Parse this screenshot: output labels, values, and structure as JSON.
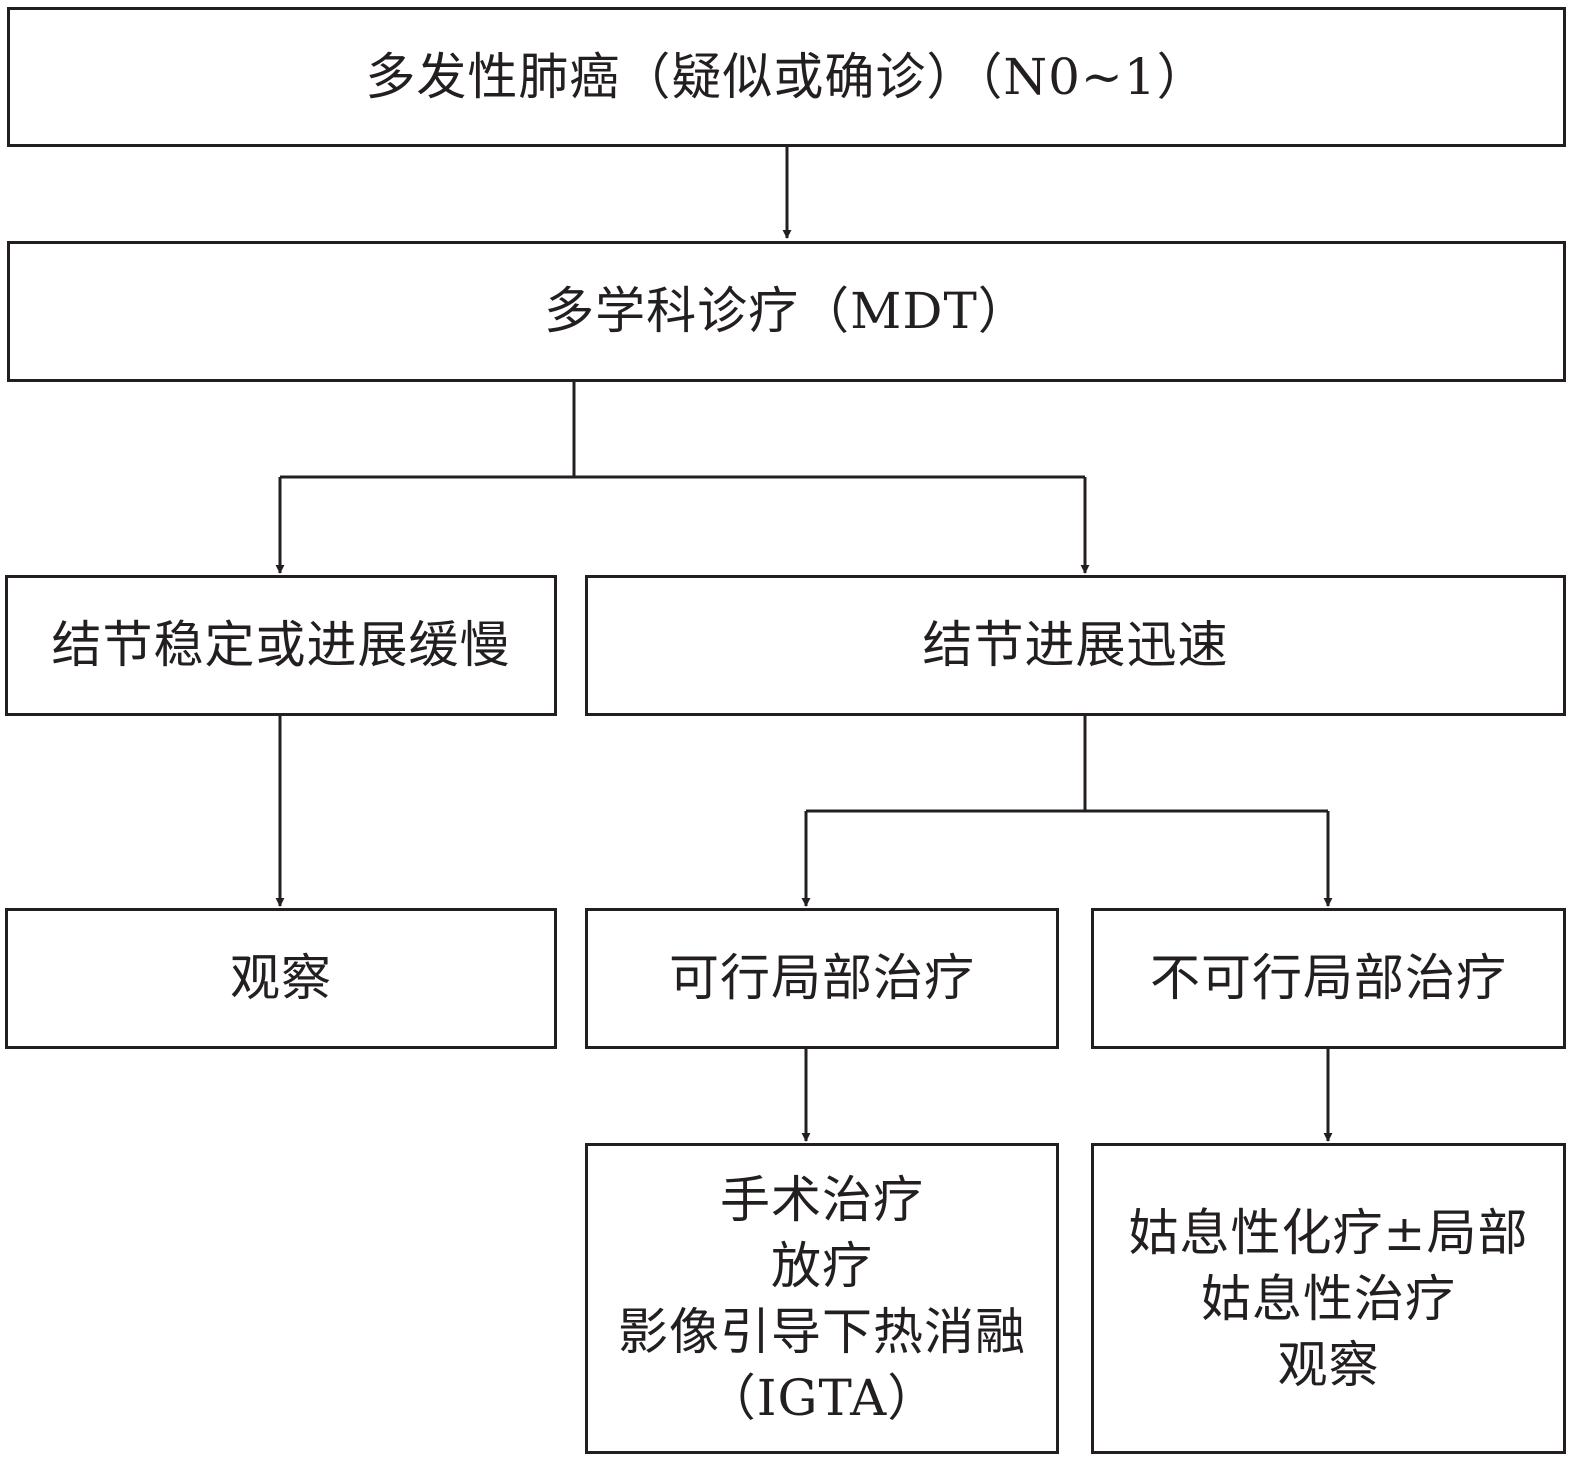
{
  "nodes": {
    "root": "多发性肺癌（疑似或确诊）（N0~1）",
    "mdt": "多学科诊疗（MDT）",
    "stable": "结节稳定或进展缓慢",
    "rapid": "结节进展迅速",
    "observe": "观察",
    "local_ok": "可行局部治疗",
    "local_no": "不可行局部治疗",
    "treat_ok": [
      "手术治疗",
      "放疗",
      "影像引导下热消融",
      "（IGTA）"
    ],
    "treat_no": [
      "姑息性化疗±局部",
      "姑息性治疗",
      "观察"
    ]
  },
  "colors": {
    "stroke": "#231f20",
    "background": "#ffffff"
  }
}
